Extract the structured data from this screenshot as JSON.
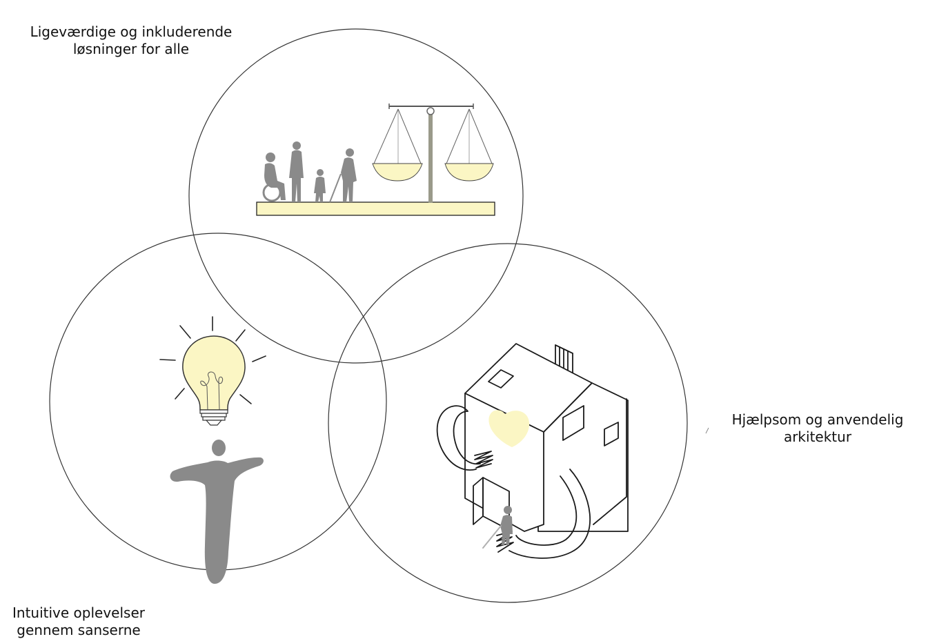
{
  "diagram": {
    "labels": {
      "top": {
        "line1": "Ligeværdige og inkluderende",
        "line2": "løsninger for alle"
      },
      "right": {
        "line1": "Hjælpsom og anvendelig",
        "line2": "arkitektur"
      },
      "bottom": {
        "line1": "Intuitive oplevelser",
        "line2": "gennem sanserne"
      }
    },
    "icons": {
      "top": "scales-of-justice-with-diverse-people-icon",
      "left": "lightbulb-over-person-icon",
      "right": "welcoming-house-icon"
    },
    "colors": {
      "circle_stroke": "#333333",
      "accent_fill": "#fbf6c4",
      "figure_gray": "#8a8a8a",
      "line_dark": "#1a1a1a"
    }
  }
}
